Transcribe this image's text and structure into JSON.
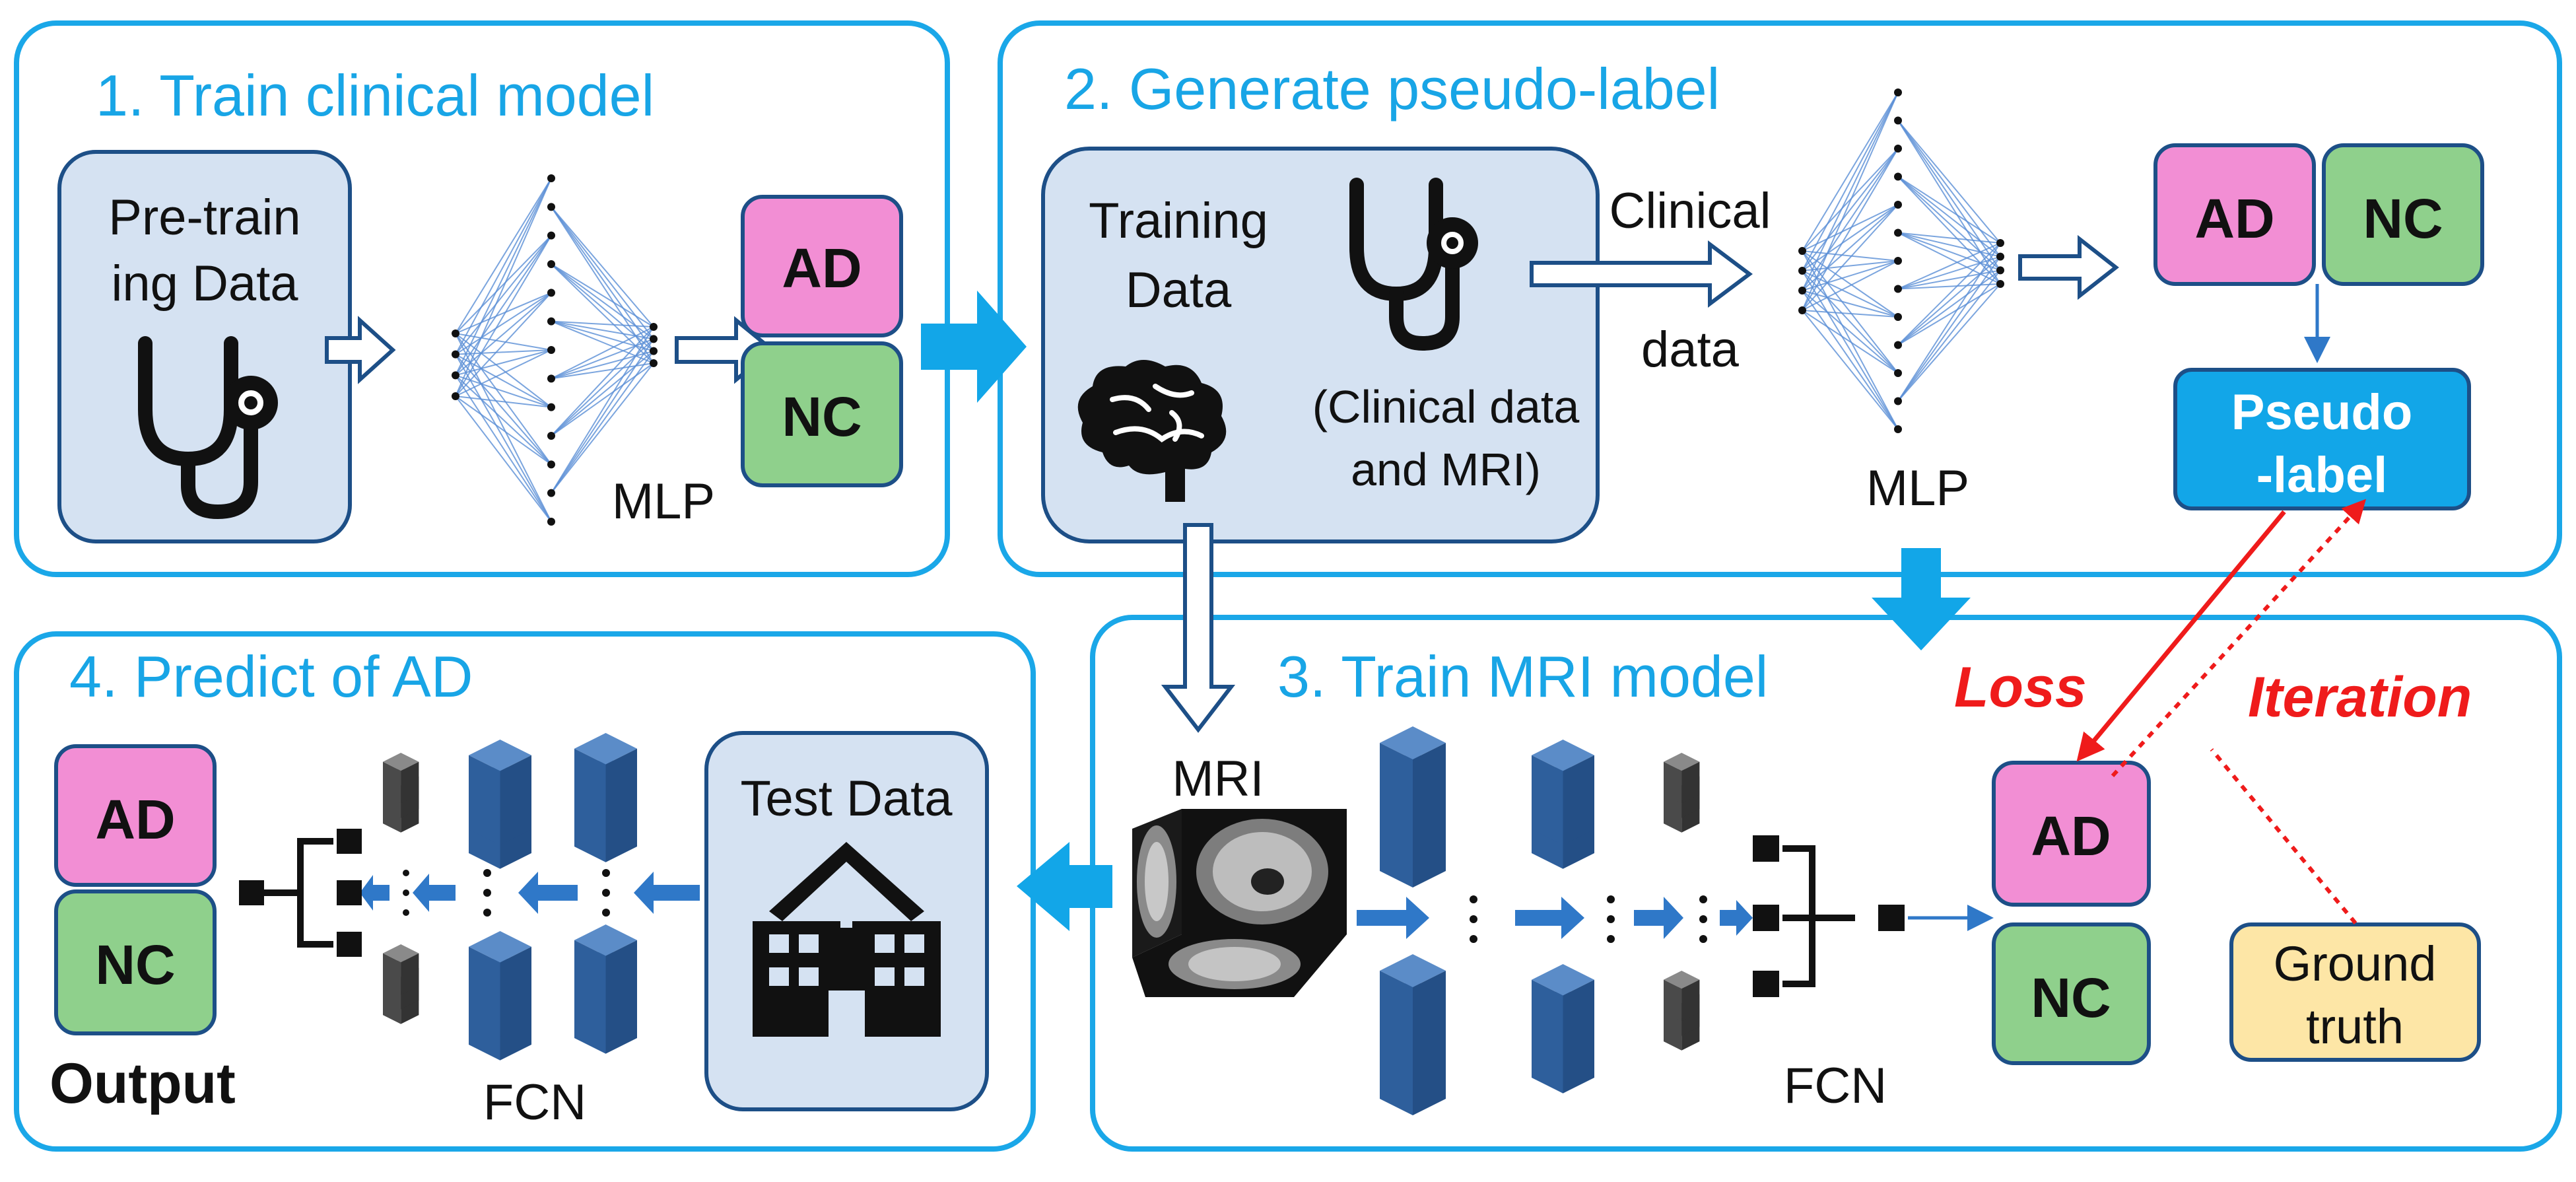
{
  "panels": {
    "p1": {
      "title": "1. Train clinical model"
    },
    "p2": {
      "title": "2. Generate pseudo-label"
    },
    "p3": {
      "title": "3. Train MRI model"
    },
    "p4": {
      "title": "4. Predict of AD"
    }
  },
  "labels": {
    "pretrain_line1": "Pre-train",
    "pretrain_line2": "ing Data",
    "training_line1": "Training",
    "training_line2": "Data",
    "clin_mri_line1": "(Clinical data",
    "clin_mri_line2": "and MRI)",
    "clinical": "Clinical",
    "data": "data",
    "mlp1": "MLP",
    "mlp2": "MLP",
    "ad": "AD",
    "nc": "NC",
    "pseudo_line1": "Pseudo",
    "pseudo_line2": "-label",
    "loss": "Loss",
    "iteration": "Iteration",
    "ground_line1": "Ground",
    "ground_line2": "truth",
    "mri": "MRI",
    "fcn3": "FCN",
    "fcn4": "FCN",
    "test_data": "Test Data",
    "output": "Output"
  },
  "colors": {
    "panel_border": "#1aa7e8",
    "title_blue": "#18a5e6",
    "data_box": "#d5e2f2",
    "ad_pink": "#f28ed4",
    "nc_green": "#8fd08c",
    "pseudo_blue": "#12a6e8",
    "ground_yellow": "#fde6a6",
    "loss_red": "#ef1b1b",
    "cube_blue": "#2f69ab",
    "cube_gray": "#555555"
  },
  "icons": [
    "stethoscope-icon",
    "brain-icon",
    "hospital-icon",
    "mri-scan-icon"
  ]
}
